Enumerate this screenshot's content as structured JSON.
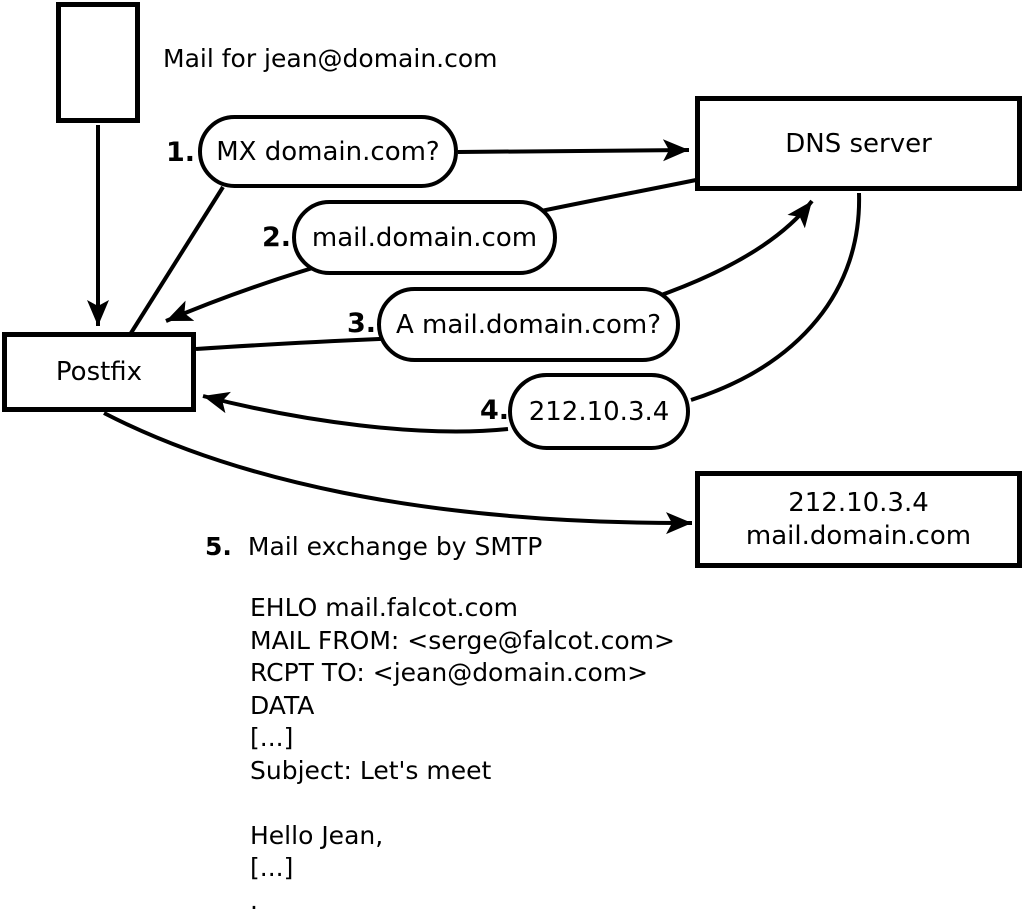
{
  "diagram": {
    "title": "Mail for jean@domain.com",
    "nodes": {
      "postfix": {
        "label": "Postfix"
      },
      "dns": {
        "label": "DNS server"
      },
      "destination": {
        "line1": "212.10.3.4",
        "line2": "mail.domain.com"
      }
    },
    "steps": [
      {
        "num": "1.",
        "label": "MX domain.com?"
      },
      {
        "num": "2.",
        "label": "mail.domain.com"
      },
      {
        "num": "3.",
        "label": "A mail.domain.com?"
      },
      {
        "num": "4.",
        "label": "212.10.3.4"
      },
      {
        "num": "5.",
        "label": "Mail exchange by SMTP"
      }
    ],
    "smtp_transcript": [
      "EHLO mail.falcot.com",
      "MAIL FROM: <serge@falcot.com>",
      "RCPT TO: <jean@domain.com>",
      "DATA",
      "[...]",
      "Subject: Let's meet",
      "",
      "Hello Jean,",
      "[...]",
      "."
    ],
    "colors": {
      "stroke": "#000000",
      "background": "#ffffff"
    }
  }
}
